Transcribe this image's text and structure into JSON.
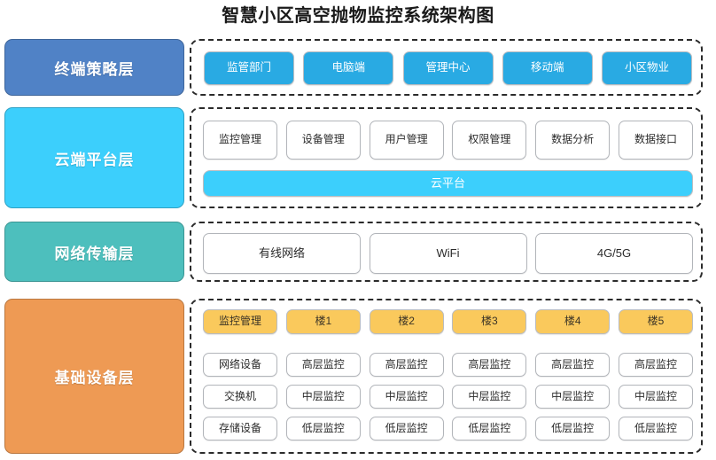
{
  "title": "智慧小区高空抛物监控系统架构图",
  "colors": {
    "terminal_layer": "#5082c6",
    "cloud_layer": "#3ccffc",
    "network_layer": "#4dbfbd",
    "infra_layer": "#ee9a54",
    "terminal_node": "#29aae3",
    "cloud_platform_bar": "#3ccffc",
    "building_header": "#fac95c",
    "node_white": "#ffffff",
    "dashed_border": "#2b2b2b",
    "title_text": "#1a1a1a"
  },
  "layers": {
    "terminal": {
      "label": "终端策略层",
      "nodes": [
        "监管部门",
        "电脑端",
        "管理中心",
        "移动端",
        "小区物业"
      ]
    },
    "cloud": {
      "label": "云端平台层",
      "modules": [
        "监控管理",
        "设备管理",
        "用户管理",
        "权限管理",
        "数据分析",
        "数据接口"
      ],
      "platform_bar": "云平台"
    },
    "network": {
      "label": "网络传输层",
      "nodes": [
        "有线网络",
        "WiFi",
        "4G/5G"
      ]
    },
    "infrastructure": {
      "label": "基础设备层",
      "columns": [
        {
          "header": "监控管理",
          "items": [
            "网络设备",
            "交换机",
            "存储设备"
          ]
        },
        {
          "header": "楼1",
          "items": [
            "高层监控",
            "中层监控",
            "低层监控"
          ]
        },
        {
          "header": "楼2",
          "items": [
            "高层监控",
            "中层监控",
            "低层监控"
          ]
        },
        {
          "header": "楼3",
          "items": [
            "高层监控",
            "中层监控",
            "低层监控"
          ]
        },
        {
          "header": "楼4",
          "items": [
            "高层监控",
            "中层监控",
            "低层监控"
          ]
        },
        {
          "header": "楼5",
          "items": [
            "高层监控",
            "中层监控",
            "低层监控"
          ]
        }
      ]
    }
  }
}
